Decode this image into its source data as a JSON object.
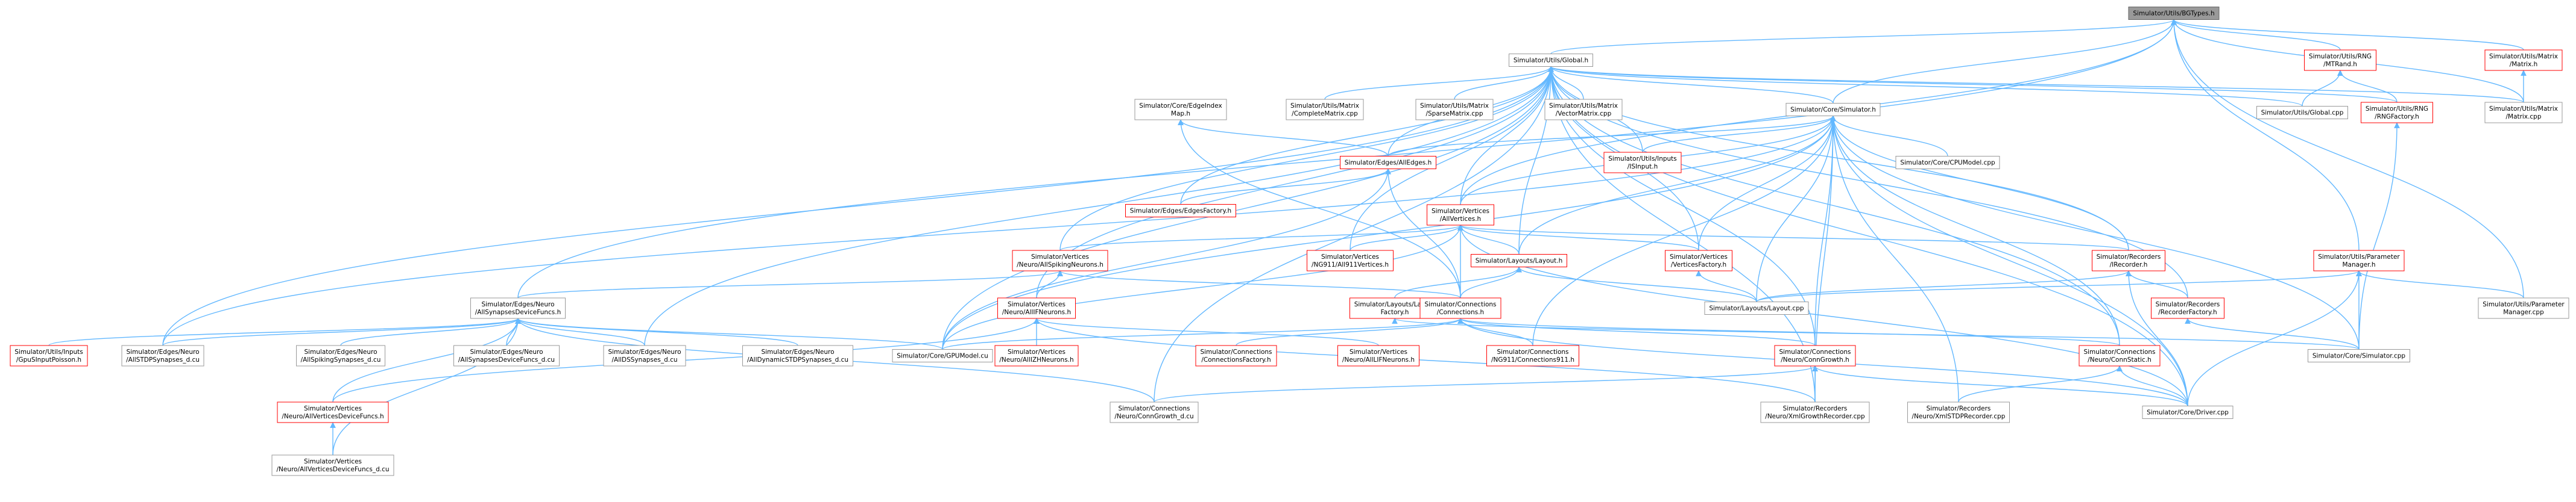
{
  "colors": {
    "edge": "#63b8ff",
    "normal_fill": "#ffffff",
    "normal_border": "#999999",
    "red_border": "#ff0000",
    "root_fill": "#999999",
    "root_border": "#666666"
  },
  "nodes": [
    {
      "id": "bgtypes",
      "style": "root",
      "lines": [
        "Simulator/Utils/BGTypes.h"
      ]
    },
    {
      "id": "global_h",
      "style": "normal",
      "lines": [
        "Simulator/Utils/Global.h"
      ]
    },
    {
      "id": "mtrand",
      "style": "red",
      "lines": [
        "Simulator/Utils/RNG",
        "/MTRand.h"
      ]
    },
    {
      "id": "matrix_h",
      "style": "red",
      "lines": [
        "Simulator/Utils/Matrix",
        "/Matrix.h"
      ]
    },
    {
      "id": "global_cpp",
      "style": "normal",
      "lines": [
        "Simulator/Utils/Global.cpp"
      ]
    },
    {
      "id": "rngfactory",
      "style": "red",
      "lines": [
        "Simulator/Utils/RNG",
        "/RNGFactory.h"
      ]
    },
    {
      "id": "matrix_cpp",
      "style": "normal",
      "lines": [
        "Simulator/Utils/Matrix",
        "/Matrix.cpp"
      ]
    },
    {
      "id": "edgeindexmap",
      "style": "normal",
      "lines": [
        "Simulator/Core/EdgeIndex",
        "Map.h"
      ]
    },
    {
      "id": "completematrix",
      "style": "normal",
      "lines": [
        "Simulator/Utils/Matrix",
        "/CompleteMatrix.cpp"
      ]
    },
    {
      "id": "sparsematrix",
      "style": "normal",
      "lines": [
        "Simulator/Utils/Matrix",
        "/SparseMatrix.cpp"
      ]
    },
    {
      "id": "vectormatrix",
      "style": "normal",
      "lines": [
        "Simulator/Utils/Matrix",
        "/VectorMatrix.cpp"
      ]
    },
    {
      "id": "simulator_h",
      "style": "normal",
      "lines": [
        "Simulator/Core/Simulator.h"
      ]
    },
    {
      "id": "alledges",
      "style": "red",
      "lines": [
        "Simulator/Edges/AllEdges.h"
      ]
    },
    {
      "id": "iinput",
      "style": "red",
      "lines": [
        "Simulator/Utils/Inputs",
        "/ISInput.h"
      ]
    },
    {
      "id": "cpumodel",
      "style": "normal",
      "lines": [
        "Simulator/Core/CPUModel.cpp"
      ]
    },
    {
      "id": "edgesfactory",
      "style": "red",
      "lines": [
        "Simulator/Edges/EdgesFactory.h"
      ]
    },
    {
      "id": "allvertices",
      "style": "red",
      "lines": [
        "Simulator/Vertices",
        "/AllVertices.h"
      ]
    },
    {
      "id": "allspiking",
      "style": "red",
      "lines": [
        "Simulator/Vertices",
        "/Neuro/AllSpikingNeurons.h"
      ]
    },
    {
      "id": "nq911vertices",
      "style": "red",
      "lines": [
        "Simulator/Vertices",
        "/NG911/All911Vertices.h"
      ]
    },
    {
      "id": "layout_h",
      "style": "red",
      "lines": [
        "Simulator/Layouts/Layout.h"
      ]
    },
    {
      "id": "verticesfactory",
      "style": "red",
      "lines": [
        "Simulator/Vertices",
        "/VerticesFactory.h"
      ]
    },
    {
      "id": "irecorder",
      "style": "red",
      "lines": [
        "Simulator/Recorders",
        "/IRecorder.h"
      ]
    },
    {
      "id": "parammanager",
      "style": "red",
      "lines": [
        "Simulator/Utils/Parameter",
        "Manager.h"
      ]
    },
    {
      "id": "parammanager_cpp",
      "style": "normal",
      "lines": [
        "Simulator/Utils/Parameter",
        "Manager.cpp"
      ]
    },
    {
      "id": "synapsesdevice",
      "style": "normal",
      "lines": [
        "Simulator/Edges/Neuro",
        "/AllSynapsesDeviceFuncs.h"
      ]
    },
    {
      "id": "allifneurons",
      "style": "red",
      "lines": [
        "Simulator/Vertices",
        "/Neuro/AllIFNeurons.h"
      ]
    },
    {
      "id": "layoutfactory",
      "style": "red",
      "lines": [
        "Simulator/Layouts/Layout",
        "Factory.h"
      ]
    },
    {
      "id": "connections_h",
      "style": "red",
      "lines": [
        "Simulator/Connections",
        "/Connections.h"
      ]
    },
    {
      "id": "layout_cpp",
      "style": "normal",
      "lines": [
        "Simulator/Layouts/Layout.cpp"
      ]
    },
    {
      "id": "recorderfactory",
      "style": "red",
      "lines": [
        "Simulator/Recorders",
        "/RecorderFactory.h"
      ]
    },
    {
      "id": "gpuspoisson",
      "style": "red",
      "lines": [
        "Simulator/Utils/Inputs",
        "/GpuSInputPoisson.h"
      ]
    },
    {
      "id": "allstdp",
      "style": "normal",
      "lines": [
        "Simulator/Edges/Neuro",
        "/AllSTDPSynapses_d.cu"
      ]
    },
    {
      "id": "allspikingsyn",
      "style": "normal",
      "lines": [
        "Simulator/Edges/Neuro",
        "/AllSpikingSynapses_d.cu"
      ]
    },
    {
      "id": "allsynapsesdev",
      "style": "normal",
      "lines": [
        "Simulator/Edges/Neuro",
        "/AllSynapsesDeviceFuncs_d.cu"
      ]
    },
    {
      "id": "alldssynapses",
      "style": "normal",
      "lines": [
        "Simulator/Edges/Neuro",
        "/AllDSSynapses_d.cu"
      ]
    },
    {
      "id": "alldynamicstdp",
      "style": "normal",
      "lines": [
        "Simulator/Edges/Neuro",
        "/AllDynamicSTDPSynapses_d.cu"
      ]
    },
    {
      "id": "gpumodel",
      "style": "normal",
      "lines": [
        "Simulator/Core/GPUModel.cu"
      ]
    },
    {
      "id": "allizh",
      "style": "red",
      "lines": [
        "Simulator/Vertices",
        "/Neuro/AllIZHNeurons.h"
      ]
    },
    {
      "id": "connfactory",
      "style": "red",
      "lines": [
        "Simulator/Connections",
        "/ConnectionsFactory.h"
      ]
    },
    {
      "id": "alllif",
      "style": "red",
      "lines": [
        "Simulator/Vertices",
        "/Neuro/AllLIFNeurons.h"
      ]
    },
    {
      "id": "conn911",
      "style": "red",
      "lines": [
        "Simulator/Connections",
        "/NG911/Connections911.h"
      ]
    },
    {
      "id": "conngrowth",
      "style": "red",
      "lines": [
        "Simulator/Connections",
        "/Neuro/ConnGrowth.h"
      ]
    },
    {
      "id": "connstatic",
      "style": "red",
      "lines": [
        "Simulator/Connections",
        "/Neuro/ConnStatic.h"
      ]
    },
    {
      "id": "simulator_cpp",
      "style": "normal",
      "lines": [
        "Simulator/Core/Simulator.cpp"
      ]
    },
    {
      "id": "verticesdevice",
      "style": "red",
      "lines": [
        "Simulator/Vertices",
        "/Neuro/AllVerticesDeviceFuncs.h"
      ]
    },
    {
      "id": "conngrowth_cu",
      "style": "normal",
      "lines": [
        "Simulator/Connections",
        "/Neuro/ConnGrowth_d.cu"
      ]
    },
    {
      "id": "xmlgrowth",
      "style": "normal",
      "lines": [
        "Simulator/Recorders",
        "/Neuro/XmlGrowthRecorder.cpp"
      ]
    },
    {
      "id": "xmlstdp",
      "style": "normal",
      "lines": [
        "Simulator/Recorders",
        "/Neuro/XmlSTDPRecorder.cpp"
      ]
    },
    {
      "id": "driver_cpp",
      "style": "normal",
      "lines": [
        "Simulator/Core/Driver.cpp"
      ]
    },
    {
      "id": "verticesdevice_cu",
      "style": "normal",
      "lines": [
        "Simulator/Vertices",
        "/Neuro/AllVerticesDeviceFuncs_d.cu"
      ]
    }
  ],
  "edges": [
    [
      "global_h",
      "bgtypes"
    ],
    [
      "mtrand",
      "bgtypes"
    ],
    [
      "matrix_h",
      "bgtypes"
    ],
    [
      "simulator_h",
      "bgtypes"
    ],
    [
      "parammanager",
      "bgtypes"
    ],
    [
      "synapsesdevice",
      "bgtypes"
    ],
    [
      "allvertices",
      "bgtypes"
    ],
    [
      "matrix_cpp",
      "bgtypes"
    ],
    [
      "parammanager_cpp",
      "bgtypes"
    ],
    [
      "global_cpp",
      "global_h"
    ],
    [
      "completematrix",
      "global_h"
    ],
    [
      "sparsematrix",
      "global_h"
    ],
    [
      "vectormatrix",
      "global_h"
    ],
    [
      "simulator_h",
      "global_h"
    ],
    [
      "alledges",
      "global_h"
    ],
    [
      "iinput",
      "global_h"
    ],
    [
      "edgesfactory",
      "global_h"
    ],
    [
      "allvertices",
      "global_h"
    ],
    [
      "layout_h",
      "global_h"
    ],
    [
      "verticesfactory",
      "global_h"
    ],
    [
      "irecorder",
      "global_h"
    ],
    [
      "gpumodel",
      "global_h"
    ],
    [
      "allstdp",
      "global_h"
    ],
    [
      "alldssynapses",
      "global_h"
    ],
    [
      "conngrowth",
      "global_h"
    ],
    [
      "connstatic",
      "global_h"
    ],
    [
      "driver_cpp",
      "global_h"
    ],
    [
      "recorderfactory",
      "global_h"
    ],
    [
      "rngfactory",
      "global_h"
    ],
    [
      "matrix_cpp",
      "global_h"
    ],
    [
      "nq911vertices",
      "global_h"
    ],
    [
      "allspiking",
      "global_h"
    ],
    [
      "allifneurons",
      "global_h"
    ],
    [
      "conngrowth_cu",
      "global_h"
    ],
    [
      "xmlgrowth",
      "global_h"
    ],
    [
      "global_cpp",
      "mtrand"
    ],
    [
      "rngfactory",
      "mtrand"
    ],
    [
      "matrix_cpp",
      "matrix_h"
    ],
    [
      "alledges",
      "edgeindexmap"
    ],
    [
      "connections_h",
      "edgeindexmap"
    ],
    [
      "alledges",
      "simulator_h"
    ],
    [
      "iinput",
      "simulator_h"
    ],
    [
      "cpumodel",
      "simulator_h"
    ],
    [
      "allvertices",
      "simulator_h"
    ],
    [
      "layout_h",
      "simulator_h"
    ],
    [
      "verticesfactory",
      "simulator_h"
    ],
    [
      "irecorder",
      "simulator_h"
    ],
    [
      "conngrowth",
      "simulator_h"
    ],
    [
      "connstatic",
      "simulator_h"
    ],
    [
      "simulator_cpp",
      "simulator_h"
    ],
    [
      "driver_cpp",
      "simulator_h"
    ],
    [
      "gpumodel",
      "simulator_h"
    ],
    [
      "allstdp",
      "simulator_h"
    ],
    [
      "xmlgrowth",
      "simulator_h"
    ],
    [
      "xmlstdp",
      "simulator_h"
    ],
    [
      "conn911",
      "simulator_h"
    ],
    [
      "layout_cpp",
      "simulator_h"
    ],
    [
      "edgesfactory",
      "alledges"
    ],
    [
      "connections_h",
      "alledges"
    ],
    [
      "gpumodel",
      "alledges"
    ],
    [
      "allspiking",
      "allvertices"
    ],
    [
      "nq911vertices",
      "allvertices"
    ],
    [
      "layout_h",
      "allvertices"
    ],
    [
      "verticesfactory",
      "allvertices"
    ],
    [
      "irecorder",
      "allvertices"
    ],
    [
      "connections_h",
      "allvertices"
    ],
    [
      "gpumodel",
      "allvertices"
    ],
    [
      "driver_cpp",
      "allvertices"
    ],
    [
      "synapsesdevice",
      "allspiking"
    ],
    [
      "allifneurons",
      "allspiking"
    ],
    [
      "connections_h",
      "allspiking"
    ],
    [
      "layoutfactory",
      "layout_h"
    ],
    [
      "connections_h",
      "layout_h"
    ],
    [
      "layout_cpp",
      "layout_h"
    ],
    [
      "layout_cpp",
      "verticesfactory"
    ],
    [
      "recorderfactory",
      "irecorder"
    ],
    [
      "driver_cpp",
      "irecorder"
    ],
    [
      "layout_cpp",
      "irecorder"
    ],
    [
      "simulator_cpp",
      "recorderfactory"
    ],
    [
      "simulator_cpp",
      "rngfactory"
    ],
    [
      "simulator_cpp",
      "parammanager"
    ],
    [
      "layout_cpp",
      "parammanager"
    ],
    [
      "driver_cpp",
      "parammanager"
    ],
    [
      "parammanager_cpp",
      "parammanager"
    ],
    [
      "gpuspoisson",
      "synapsesdevice"
    ],
    [
      "allstdp",
      "synapsesdevice"
    ],
    [
      "allspikingsyn",
      "synapsesdevice"
    ],
    [
      "allsynapsesdev",
      "synapsesdevice"
    ],
    [
      "alldssynapses",
      "synapsesdevice"
    ],
    [
      "alldynamicstdp",
      "synapsesdevice"
    ],
    [
      "gpumodel",
      "synapsesdevice"
    ],
    [
      "verticesdevice",
      "synapsesdevice"
    ],
    [
      "verticesdevice_cu",
      "synapsesdevice"
    ],
    [
      "conngrowth_cu",
      "synapsesdevice"
    ],
    [
      "allizh",
      "allifneurons"
    ],
    [
      "alllif",
      "allifneurons"
    ],
    [
      "verticesdevice",
      "allifneurons"
    ],
    [
      "xmlgrowth",
      "allifneurons"
    ],
    [
      "connfactory",
      "connections_h"
    ],
    [
      "conn911",
      "connections_h"
    ],
    [
      "conngrowth",
      "connections_h"
    ],
    [
      "connstatic",
      "connections_h"
    ],
    [
      "gpumodel",
      "connections_h"
    ],
    [
      "driver_cpp",
      "connections_h"
    ],
    [
      "conngrowth_cu",
      "conngrowth"
    ],
    [
      "xmlgrowth",
      "conngrowth"
    ],
    [
      "driver_cpp",
      "conngrowth"
    ],
    [
      "xmlstdp",
      "connstatic"
    ],
    [
      "driver_cpp",
      "connstatic"
    ],
    [
      "verticesdevice_cu",
      "verticesdevice"
    ],
    [
      "simulator_cpp",
      "layoutfactory"
    ]
  ]
}
